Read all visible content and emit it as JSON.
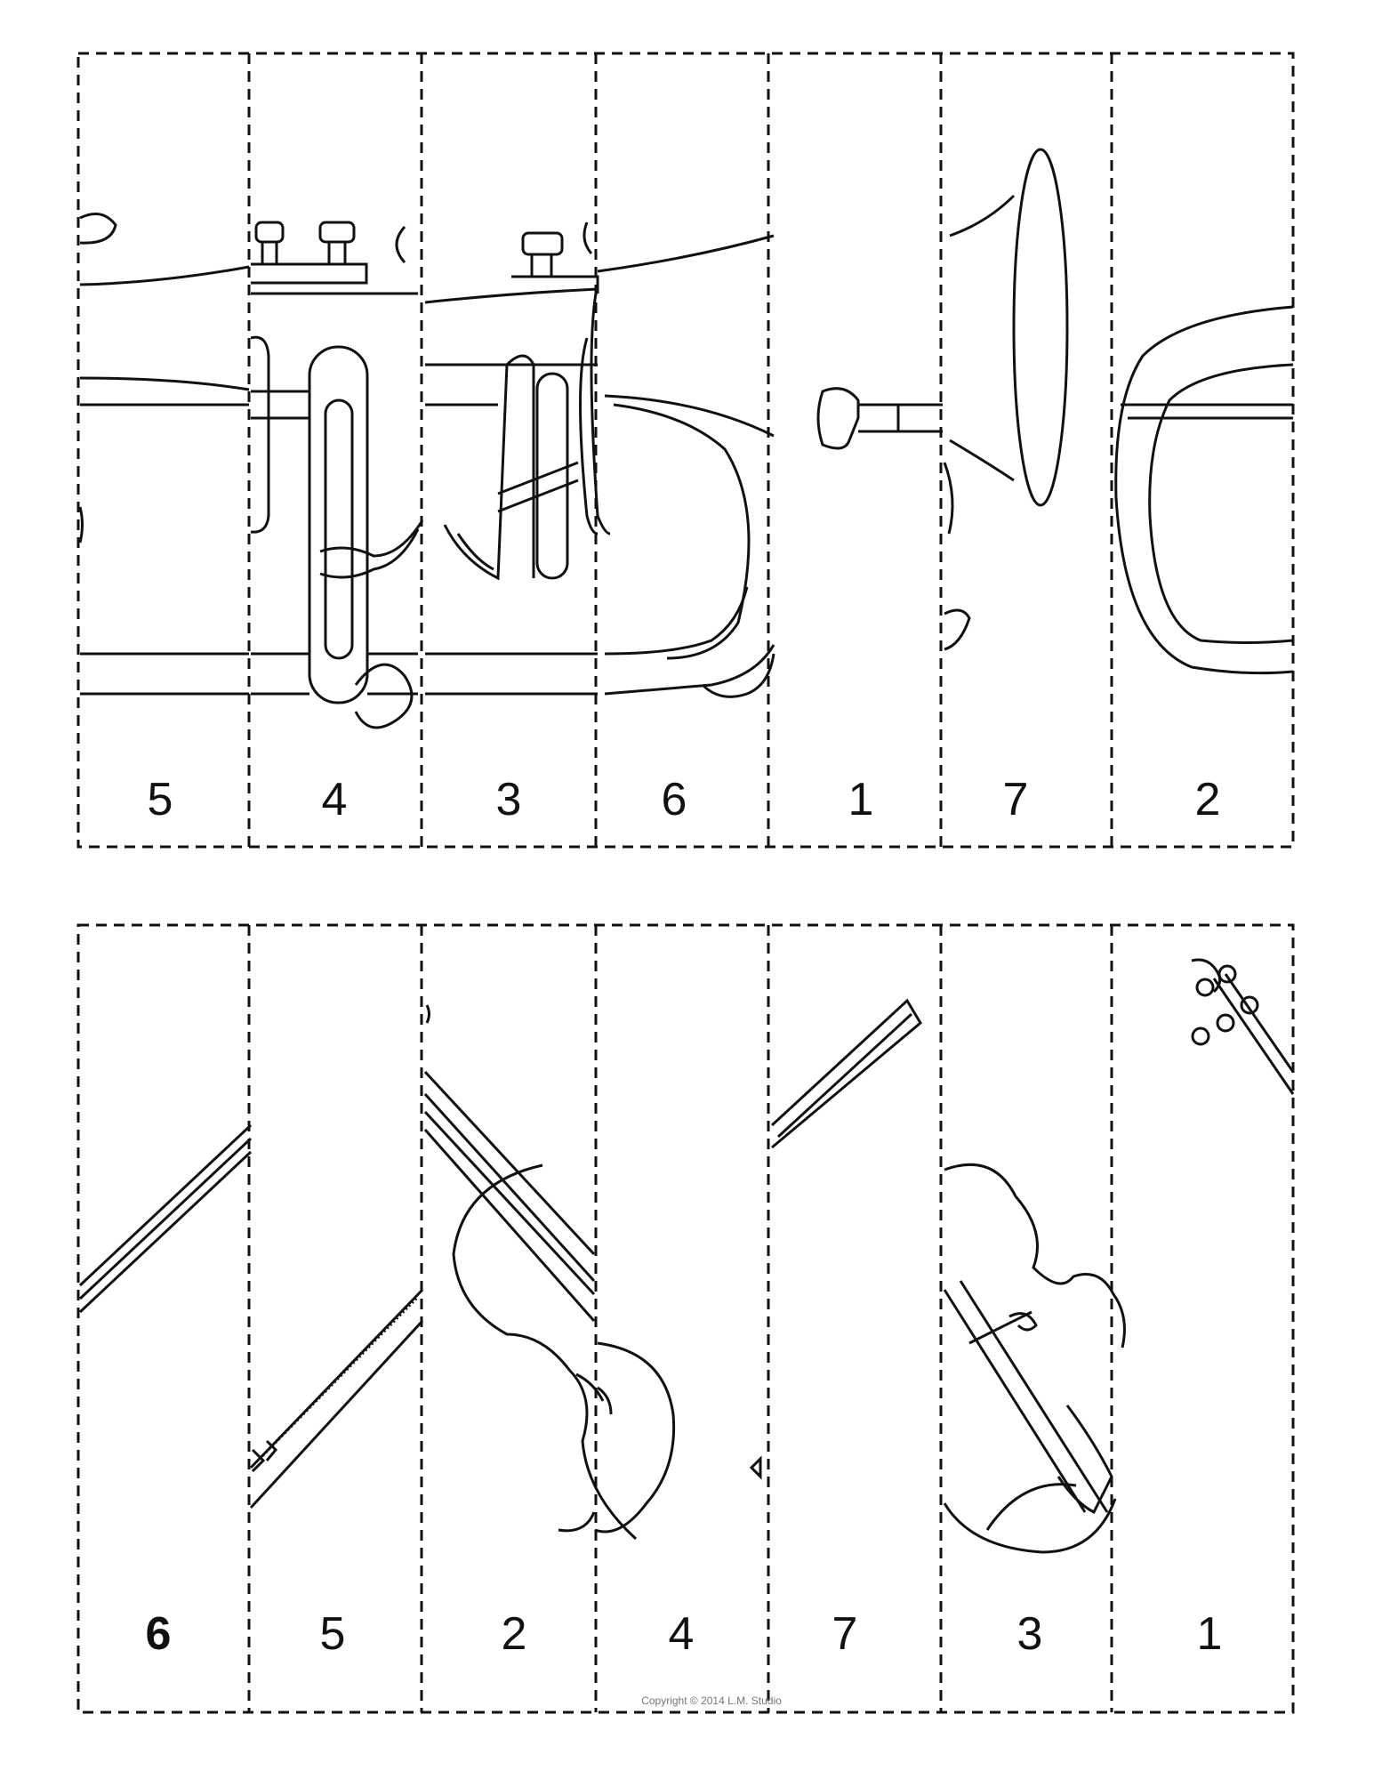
{
  "trumpet_puzzle": {
    "strip_numbers": [
      "5",
      "4",
      "3",
      "6",
      "1",
      "7",
      "2"
    ]
  },
  "violin_puzzle": {
    "strip_numbers": [
      "6",
      "5",
      "2",
      "4",
      "7",
      "3",
      "1"
    ]
  },
  "footer_text": "Copyright © 2014 L.M. Studio"
}
